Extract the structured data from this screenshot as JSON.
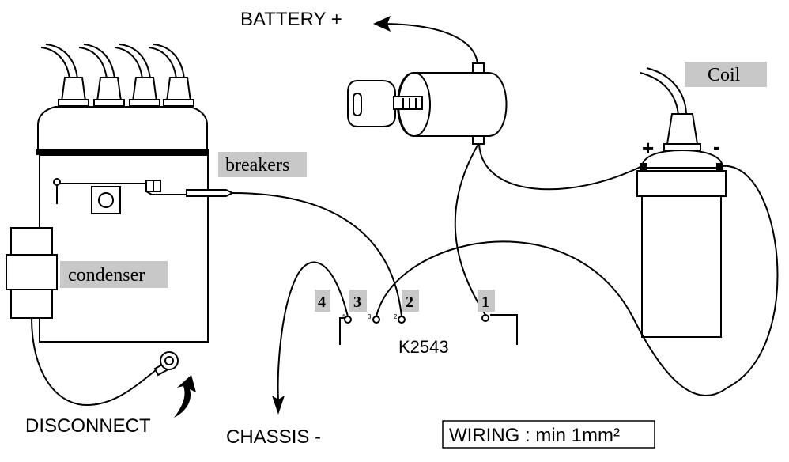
{
  "labels": {
    "battery": "BATTERY +",
    "coil": "Coil",
    "breakers": "breakers",
    "condenser": "condenser",
    "disconnect": "DISCONNECT",
    "chassis": "CHASSIS -",
    "module": "K2543",
    "wiring_note": "WIRING : min 1mm²"
  },
  "coil_terminals": {
    "plus": "+",
    "minus": "-"
  },
  "pins": [
    {
      "id": "4",
      "label": "4",
      "small": "4"
    },
    {
      "id": "3",
      "label": "3",
      "small": "3"
    },
    {
      "id": "2",
      "label": "2",
      "small": "2"
    },
    {
      "id": "1",
      "label": "1",
      "small": ""
    }
  ],
  "colors": {
    "label_bg": "#c8c8c8",
    "line": "#000000",
    "background": "#ffffff"
  }
}
